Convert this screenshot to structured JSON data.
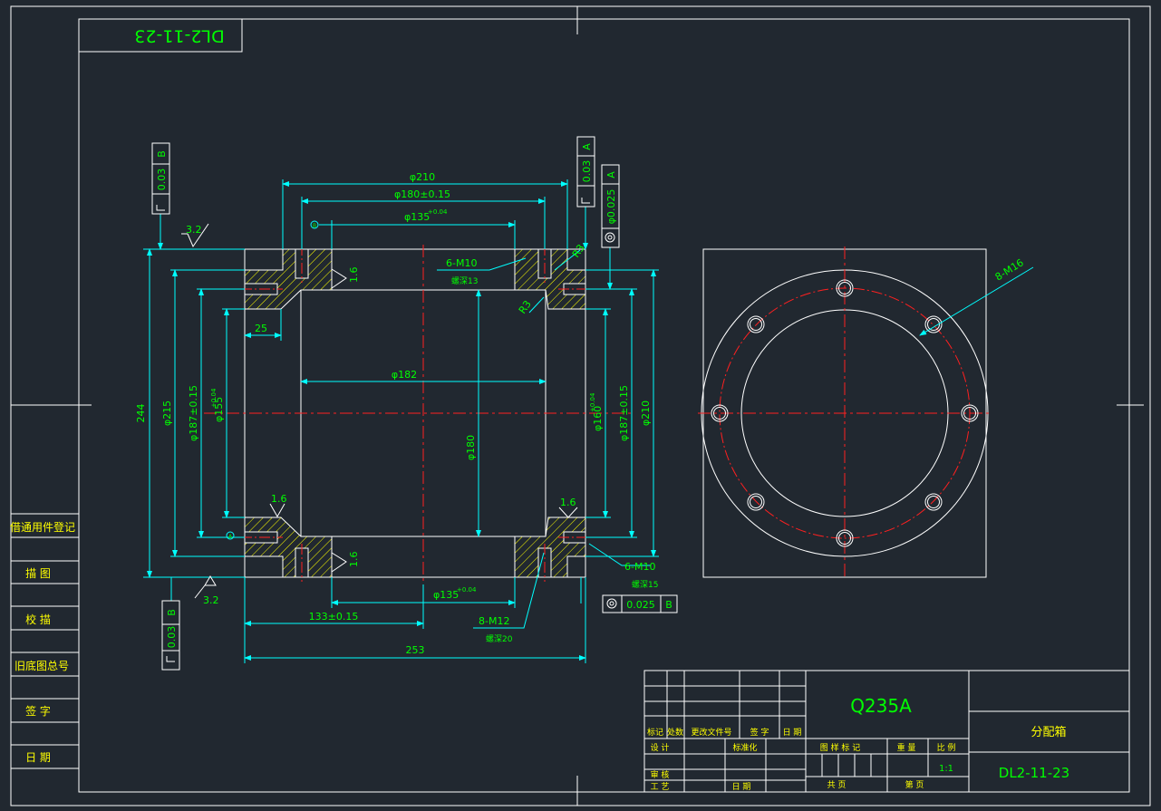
{
  "drawing": {
    "number": "DL2-11-23",
    "material": "Q235A",
    "part_name": "分配箱",
    "scale": "1:1",
    "colors": {
      "background": "#212830",
      "frame": "#ffffff",
      "dimension": "#00ff00",
      "centerline": "#ff2020",
      "leader": "#00ffff",
      "hatch": "#ffff00"
    }
  },
  "left_table": {
    "rows": [
      "借通用件登记",
      "描  图",
      "校  描",
      "旧底图总号",
      "签  字",
      "日  期"
    ]
  },
  "title_block": {
    "rev_headers": [
      "标记",
      "处数",
      "更改文件号",
      "签 字",
      "日 期"
    ],
    "designer_label": "设 计",
    "standard_label": "标准化",
    "review_label": "审 核",
    "process_label": "工 艺",
    "date_label": "日 期",
    "stage_label": "图 样 标 记",
    "weight_label": "重 量",
    "scale_label": "比 例",
    "total_label": "共     页",
    "page_label": "第     页"
  },
  "front_view": {
    "dims": {
      "phi210_top": "φ210",
      "phi180_top": "φ180±0.15",
      "phi135_top": "φ135",
      "phi135_top_tol": "+0.04",
      "m10_top": "6-M10",
      "depth13": "螺深13",
      "r3_top": "R3",
      "r3_inner": "R3",
      "d25": "25",
      "phi182": "φ182",
      "h244": "244",
      "phi215": "φ215",
      "phi187_left": "φ187±0.15",
      "phi155": "φ155",
      "phi155_tol": "+0.04",
      "phi180_center": "φ180",
      "phi160": "φ160",
      "phi160_tol": "+0.04",
      "phi187_right": "φ187±0.15",
      "phi210_right": "φ210",
      "rough_top": "3.2",
      "rough_bottom": "3.2",
      "rough_16_a": "1.6",
      "rough_16_b": "1.6",
      "rough_16_c": "1.6",
      "rough_16_d": "1.6",
      "m10_bottom": "6-M10",
      "depth15": "螺深15",
      "phi135_bottom": "φ135",
      "phi135_bottom_tol": "+0.04",
      "d133": "133±0.15",
      "m12": "8-M12",
      "depth20": "螺深20",
      "d253": "253"
    },
    "tolerances": {
      "perp_top_left_value": "0.03",
      "perp_top_left_datum": "B",
      "perp_top_right_value": "0.03",
      "perp_top_right_datum": "A",
      "conc_right_value": "φ0.025",
      "conc_right_datum": "A",
      "perp_bottom_left_value": "0.03",
      "perp_bottom_left_datum": "B",
      "conc_bottom_value": "0.025",
      "conc_bottom_datum": "B",
      "datum_a_top": "B",
      "datum_a_left": "A"
    }
  },
  "side_view": {
    "m16": "8-M16"
  }
}
